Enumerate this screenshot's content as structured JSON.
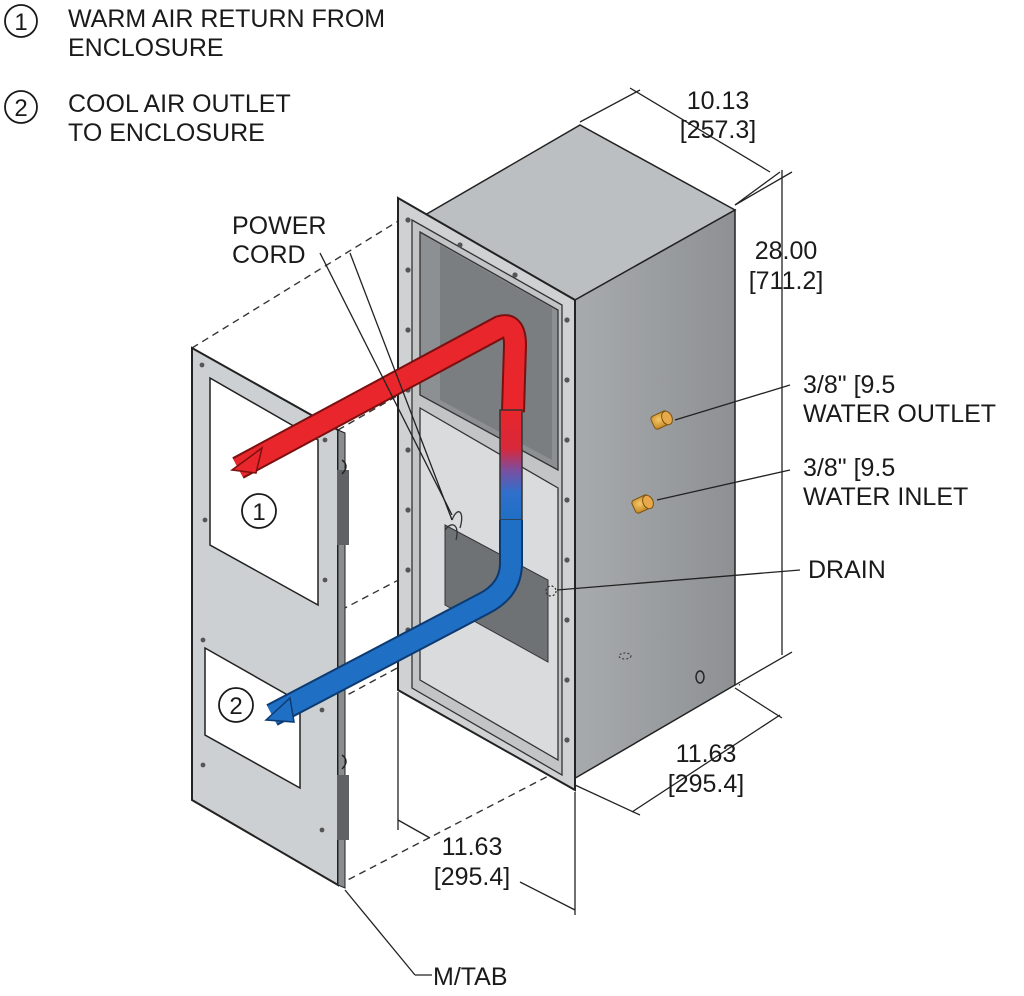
{
  "legend": [
    {
      "number": "1",
      "line1": "WARM AIR RETURN FROM",
      "line2": "ENCLOSURE"
    },
    {
      "number": "2",
      "line1": "COOL AIR OUTLET",
      "line2": "TO ENCLOSURE"
    }
  ],
  "callouts": {
    "power_cord": {
      "line1": "POWER",
      "line2": "CORD"
    },
    "water_outlet": {
      "line1": "3/8\" [9.5",
      "line2": "WATER OUTLET"
    },
    "water_inlet": {
      "line1": "3/8\" [9.5",
      "line2": "WATER INLET"
    },
    "drain": "DRAIN",
    "mtab": "M/TAB"
  },
  "dimensions": {
    "depth": {
      "in": "10.13",
      "mm": "[257.3]"
    },
    "height": {
      "in": "28.00",
      "mm": "[711.2]"
    },
    "width_right": {
      "in": "11.63",
      "mm": "[295.4]"
    },
    "width_front": {
      "in": "11.63",
      "mm": "[295.4]"
    }
  },
  "markers": {
    "warm_return": "1",
    "cool_outlet": "2"
  },
  "colors": {
    "warm_air": "#e8262b",
    "cool_air": "#1f6fc5",
    "housing_top": "#b9bcbf",
    "housing_side": "#9b9ea1",
    "housing_front": "#d6d8da",
    "fitting": "#e0a23c"
  }
}
